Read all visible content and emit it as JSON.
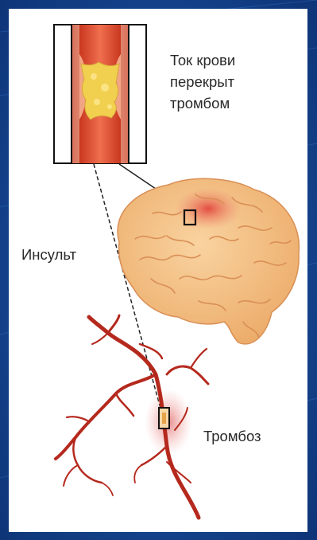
{
  "labels": {
    "blood_flow_line1": "Ток крови",
    "blood_flow_line2": "перекрыт",
    "blood_flow_line3": "тромбом",
    "stroke": "Инсульт",
    "thrombosis": "Тромбоз"
  },
  "colors": {
    "background_blue": "#123f86",
    "vessel_wall": "#e98e6e",
    "vessel_lumen": "#d9472b",
    "clot": "#f0cf4f",
    "brain": "#f4be84",
    "brain_folds": "#d98f55",
    "stroke_area": "#e2574a",
    "artery": "#b5291d",
    "leader_line": "#222222"
  },
  "icons": [
    "blood-vessel-cross-section",
    "brain-illustration",
    "cerebral-artery-tree"
  ]
}
